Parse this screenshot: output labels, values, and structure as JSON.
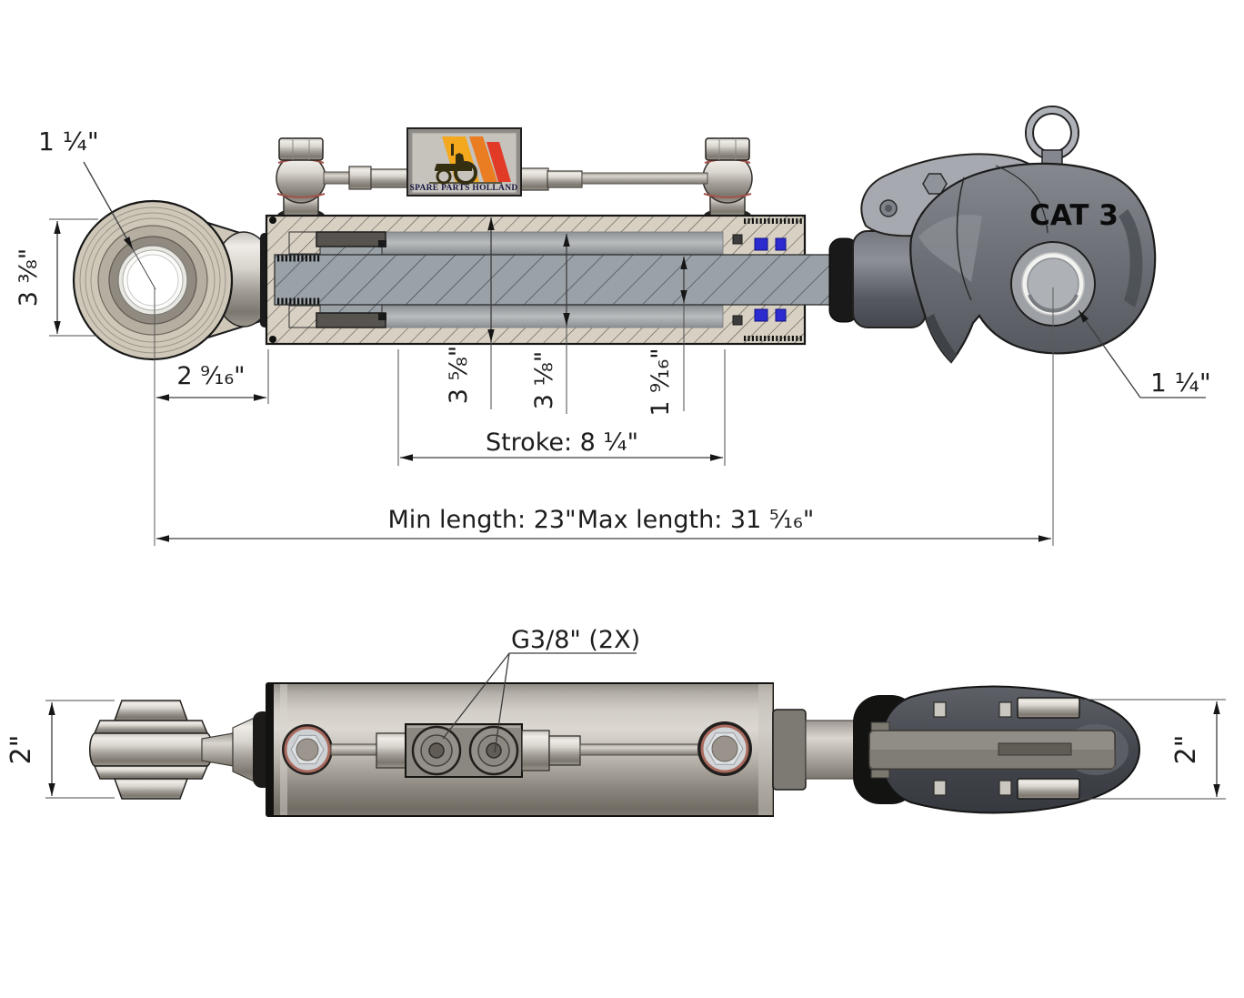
{
  "logo": {
    "brand": "SPARE PARTS HOLLAND",
    "colors": {
      "yellow": "#f3a81d",
      "orange": "#ea7c22",
      "red": "#e13b28"
    }
  },
  "section_view": {
    "eye_hole_dia": "1 ¼\"",
    "eye_od": "3 ⅜\"",
    "eye_offset": "2 ⁹⁄₁₆\"",
    "cylinder_od": "3 ⅝\"",
    "bore_dia": "3 ⅛\"",
    "rod_dia": "1 ⁹⁄₁₆\"",
    "stroke": "Stroke: 8 ¼\"",
    "min_length": "Min length: 23\"",
    "max_length": "Max length: 31 ⁵⁄₁₆\"",
    "hook_category": "CAT 3",
    "hook_hole_dia": "1 ¼\""
  },
  "plan_view": {
    "ports": "G3/8\" (2X)",
    "ball_end_dia": "2\"",
    "hook_pin_width": "2\""
  },
  "seal_color": "#2b2bd0"
}
